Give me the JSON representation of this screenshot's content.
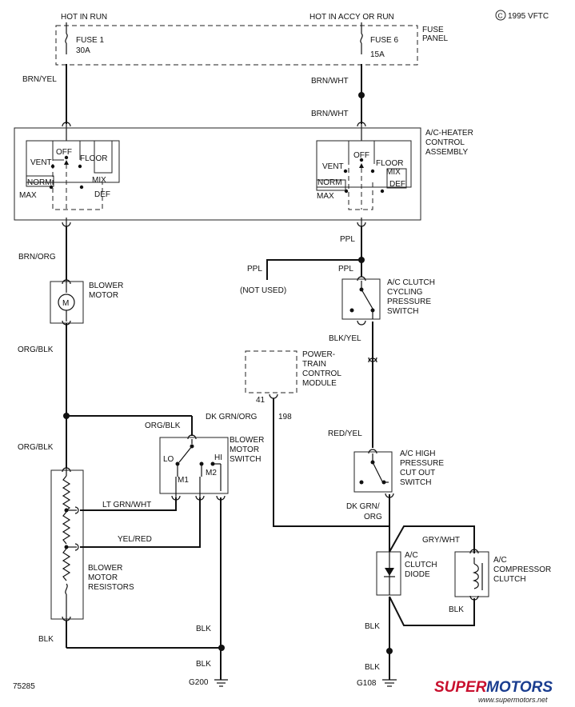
{
  "header": {
    "hot_in_run": "HOT IN RUN",
    "hot_in_accy_or_run": "HOT IN ACCY OR RUN",
    "copyright": "1995 VFTC",
    "copyright_symbol": "C"
  },
  "fuse_panel": {
    "label": [
      "FUSE",
      "PANEL"
    ],
    "fuse1_name": "FUSE 1",
    "fuse1_rating": "30A",
    "fuse6_name": "FUSE 6",
    "fuse6_rating": "15A"
  },
  "wire_labels": {
    "brn_yel": "BRN/YEL",
    "brn_wht_1": "BRN/WHT",
    "brn_wht_2": "BRN/WHT",
    "brn_org": "BRN/ORG",
    "ppl_1": "PPL",
    "ppl_2": "PPL",
    "ppl_3": "PPL",
    "not_used": "(NOT USED)",
    "org_blk_1": "ORG/BLK",
    "org_blk_2": "ORG/BLK",
    "org_blk_3": "ORG/BLK",
    "dk_grn_org_1": "DK GRN/ORG",
    "dk_grn_org_2a": "DK GRN/",
    "dk_grn_org_2b": "ORG",
    "blk_yel": "BLK/YEL",
    "red_yel": "RED/YEL",
    "lt_grn_wht": "LT GRN/WHT",
    "yel_red": "YEL/RED",
    "gry_wht": "GRY/WHT",
    "blk_1": "BLK",
    "blk_2": "BLK",
    "blk_3": "BLK",
    "blk_4": "BLK",
    "blk_5": "BLK",
    "blk_6": "BLK"
  },
  "control_assembly": {
    "label": [
      "A/C-HEATER",
      "CONTROL",
      "ASSEMBLY"
    ],
    "left": {
      "off": "OFF",
      "vent": "VENT",
      "floor": "FLOOR",
      "norm": "NORM",
      "mix": "MIX",
      "max": "MAX",
      "def": "DEF"
    },
    "right": {
      "off": "OFF",
      "vent": "VENT",
      "floor": "FLOOR",
      "norm": "NORM",
      "mix": "MIX",
      "max": "MAX",
      "def": "DEF"
    }
  },
  "components": {
    "blower_motor": [
      "BLOWER",
      "MOTOR"
    ],
    "motor_symbol": "M",
    "ac_clutch_cycling_switch": [
      "A/C CLUTCH",
      "CYCLING",
      "PRESSURE",
      "SWITCH"
    ],
    "pcm": [
      "POWER-",
      "TRAIN",
      "CONTROL",
      "MODULE"
    ],
    "pcm_pin_41": "41",
    "pcm_pin_198": "198",
    "blower_motor_switch": [
      "BLOWER",
      "MOTOR",
      "SWITCH"
    ],
    "switch_lo": "LO",
    "switch_hi": "HI",
    "switch_m1": "M1",
    "switch_m2": "M2",
    "ac_high_pressure_switch": [
      "A/C HIGH",
      "PRESSURE",
      "CUT OUT",
      "SWITCH"
    ],
    "blower_motor_resistors": [
      "BLOWER",
      "MOTOR",
      "RESISTORS"
    ],
    "ac_clutch_diode": [
      "A/C",
      "CLUTCH",
      "DIODE"
    ],
    "ac_compressor_clutch": [
      "A/C",
      "COMPRESSOR",
      "CLUTCH"
    ]
  },
  "grounds": {
    "g200": "G200",
    "g108": "G108"
  },
  "footer": {
    "figure_number": "75285",
    "logo_super": "SUPER",
    "logo_motors": "MOTORS",
    "logo_url": "www.supermotors.net"
  },
  "colors": {
    "ink": "#111111",
    "logo_red": "#c8102e",
    "logo_blue": "#1a3d8f"
  }
}
